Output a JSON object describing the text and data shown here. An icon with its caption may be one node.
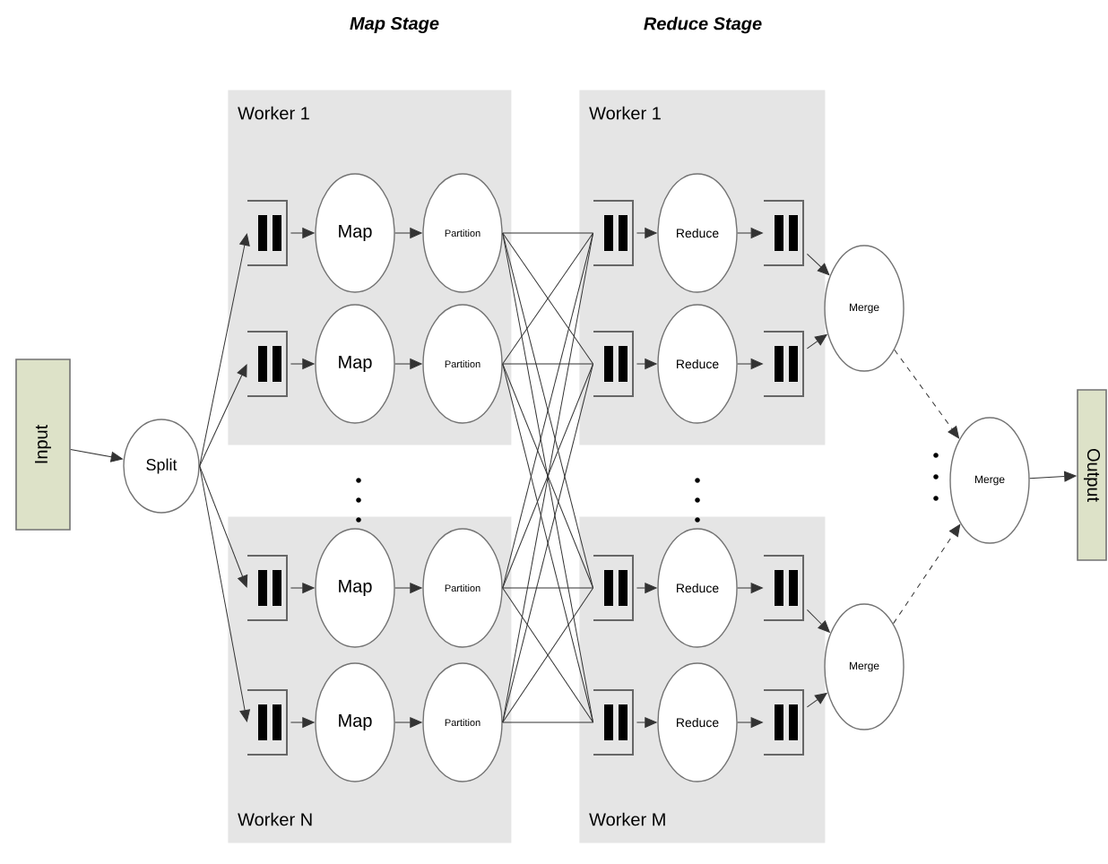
{
  "diagram": {
    "nodes": [
      {
        "text": [
          "Input"
        ]
      },
      {
        "text": [
          "Split"
        ]
      },
      {
        "text": [
          "Worker 1"
        ]
      },
      {
        "text": [],
        "shape": "queue",
        "in": 2
      },
      {
        "text": [
          "Map"
        ],
        "in": 2
      },
      {
        "text": [
          "Partition"
        ],
        "in": 2
      },
      {
        "text": [],
        "shape": "queue",
        "in": 2
      },
      {
        "text": [
          "Map"
        ],
        "in": 2
      },
      {
        "text": [
          "Partition"
        ],
        "in": 2
      },
      {
        "text": [
          "Worker N"
        ]
      },
      {
        "text": [],
        "shape": "queue",
        "in": 9
      },
      {
        "text": [
          "Map"
        ],
        "in": 9
      },
      {
        "text": [
          "Partition"
        ],
        "in": 9
      },
      {
        "text": [],
        "shape": "queue",
        "in": 9
      },
      {
        "text": [
          "Map"
        ],
        "in": 9
      },
      {
        "text": [
          "Partition"
        ],
        "in": 9
      },
      {
        "text": [
          "Worker 1"
        ]
      },
      {
        "text": [],
        "shape": "queue",
        "in": 16
      },
      {
        "text": [
          "Reduce"
        ],
        "in": 16
      },
      {
        "text": [],
        "shape": "queue",
        "in": 16
      },
      {
        "text": [],
        "shape": "queue",
        "in": 16
      },
      {
        "text": [
          "Reduce"
        ],
        "in": 16
      },
      {
        "text": [],
        "shape": "queue",
        "in": 16
      },
      {
        "text": [
          "Worker M"
        ]
      },
      {
        "text": [],
        "shape": "queue",
        "in": 23
      },
      {
        "text": [
          "Reduce"
        ],
        "in": 23
      },
      {
        "text": [],
        "shape": "queue",
        "in": 23
      },
      {
        "text": [],
        "shape": "queue",
        "in": 23
      },
      {
        "text": [
          "Reduce"
        ],
        "in": 23
      },
      {
        "text": [],
        "shape": "queue",
        "in": 23
      },
      {
        "text": [
          "Merge"
        ]
      },
      {
        "text": [
          "Merge"
        ]
      },
      {
        "text": [
          "Merge"
        ]
      },
      {
        "text": [
          "Output"
        ]
      }
    ],
    "edges": [
      {
        "from": 0,
        "to": 1,
        "arrow": "to"
      },
      {
        "from": 1,
        "to": 3,
        "arrow": "to"
      },
      {
        "from": 1,
        "to": 6,
        "arrow": "to"
      },
      {
        "from": 1,
        "to": 10,
        "arrow": "to"
      },
      {
        "from": 1,
        "to": 13,
        "arrow": "to"
      },
      {
        "from": 3,
        "to": 4,
        "arrow": "to"
      },
      {
        "from": 4,
        "to": 5,
        "arrow": "to"
      },
      {
        "from": 6,
        "to": 7,
        "arrow": "to"
      },
      {
        "from": 7,
        "to": 8,
        "arrow": "to"
      },
      {
        "from": 10,
        "to": 11,
        "arrow": "to"
      },
      {
        "from": 11,
        "to": 12,
        "arrow": "to"
      },
      {
        "from": 13,
        "to": 14,
        "arrow": "to"
      },
      {
        "from": 14,
        "to": 15,
        "arrow": "to"
      },
      {
        "from": 5,
        "to": 17,
        "arrow": "none"
      },
      {
        "from": 5,
        "to": 20,
        "arrow": "none"
      },
      {
        "from": 5,
        "to": 24,
        "arrow": "none"
      },
      {
        "from": 5,
        "to": 27,
        "arrow": "none"
      },
      {
        "from": 8,
        "to": 17,
        "arrow": "none"
      },
      {
        "from": 8,
        "to": 20,
        "arrow": "none"
      },
      {
        "from": 8,
        "to": 24,
        "arrow": "none"
      },
      {
        "from": 8,
        "to": 27,
        "arrow": "none"
      },
      {
        "from": 12,
        "to": 17,
        "arrow": "none"
      },
      {
        "from": 12,
        "to": 20,
        "arrow": "none"
      },
      {
        "from": 12,
        "to": 24,
        "arrow": "none"
      },
      {
        "from": 12,
        "to": 27,
        "arrow": "none"
      },
      {
        "from": 15,
        "to": 17,
        "arrow": "none"
      },
      {
        "from": 15,
        "to": 20,
        "arrow": "none"
      },
      {
        "from": 15,
        "to": 24,
        "arrow": "none"
      },
      {
        "from": 15,
        "to": 27,
        "arrow": "none"
      },
      {
        "from": 17,
        "to": 18,
        "arrow": "to"
      },
      {
        "from": 18,
        "to": 19,
        "arrow": "to"
      },
      {
        "from": 20,
        "to": 21,
        "arrow": "to"
      },
      {
        "from": 21,
        "to": 22,
        "arrow": "to"
      },
      {
        "from": 24,
        "to": 25,
        "arrow": "to"
      },
      {
        "from": 25,
        "to": 26,
        "arrow": "to"
      },
      {
        "from": 27,
        "to": 28,
        "arrow": "to"
      },
      {
        "from": 28,
        "to": 29,
        "arrow": "to"
      },
      {
        "from": 19,
        "to": 30,
        "arrow": "to"
      },
      {
        "from": 22,
        "to": 30,
        "arrow": "to"
      },
      {
        "from": 26,
        "to": 32,
        "arrow": "to"
      },
      {
        "from": 29,
        "to": 32,
        "arrow": "to"
      },
      {
        "from": 30,
        "to": 31,
        "arrow": "to",
        "style": "dashed"
      },
      {
        "from": 32,
        "to": 31,
        "arrow": "to",
        "style": "dashed"
      },
      {
        "from": 31,
        "to": 33,
        "arrow": "to"
      }
    ],
    "labels": [
      "Map Stage",
      "Reduce Stage"
    ]
  }
}
